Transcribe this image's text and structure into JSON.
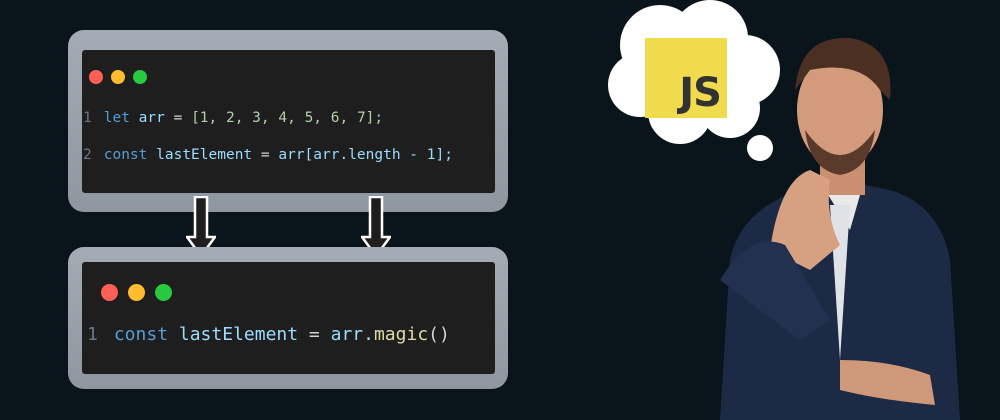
{
  "top_snippet": {
    "window_dots": [
      "#ff5f57",
      "#febc2e",
      "#28c840"
    ],
    "lines": [
      {
        "number": "1",
        "keyword": "let",
        "name": "arr",
        "rest": " = ",
        "array": "[1, 2, 3, 4, 5, 6, 7];"
      },
      {
        "number": "2",
        "keyword": "const",
        "name": "lastElement",
        "rest": " = ",
        "expr": "arr[arr.length - 1];"
      }
    ]
  },
  "bottom_snippet": {
    "window_dots": [
      "#ff5f57",
      "#febc2e",
      "#28c840"
    ],
    "lines": [
      {
        "number": "1",
        "keyword": "const",
        "name": "lastElement",
        "rest": " = ",
        "obj": "arr.",
        "method": "magic",
        "call": "()"
      }
    ]
  },
  "thought_bubble": {
    "logo_text": "JS",
    "logo_color": "#f0db4f"
  },
  "colors": {
    "background": "#0a141b",
    "editor": "#1e1e1e",
    "frame": "#9aa3ab"
  }
}
